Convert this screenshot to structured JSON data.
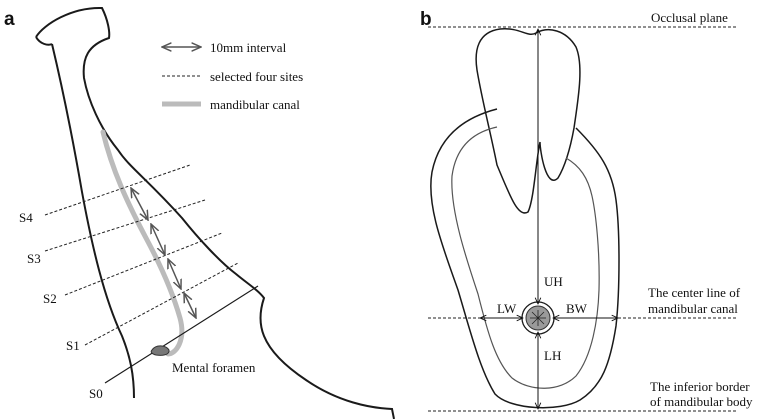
{
  "panel_a": {
    "label": "a",
    "legend": {
      "interval": "10mm interval",
      "sites": "selected four sites",
      "canal": "mandibular canal"
    },
    "sites": [
      "S4",
      "S3",
      "S2",
      "S1",
      "S0"
    ],
    "foramen": "Mental foramen"
  },
  "panel_b": {
    "label": "b",
    "occlusal": "Occlusal plane",
    "center_line": [
      "The center line of",
      "mandibular canal"
    ],
    "inferior_border": [
      "The inferior border",
      "of mandibular body"
    ],
    "uh": "UH",
    "lh": "LH",
    "lw": "LW",
    "bw": "BW"
  },
  "colors": {
    "canal": "#bbbbbb",
    "arrow": "#555555",
    "foramen": "#777777"
  }
}
